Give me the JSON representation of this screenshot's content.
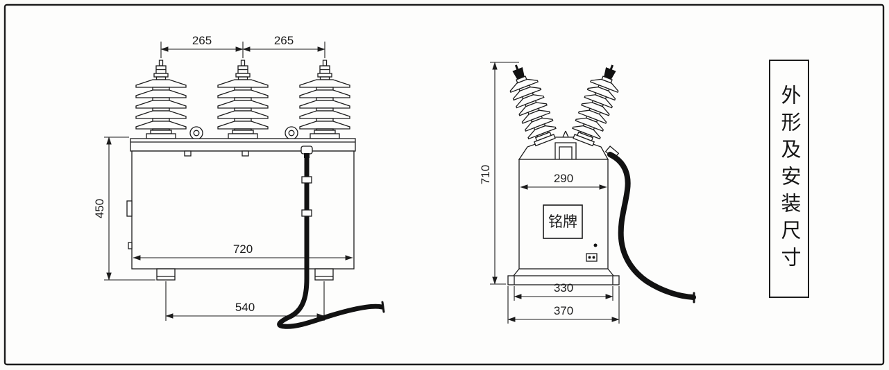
{
  "title_panel": {
    "label": "外形及安装尺寸"
  },
  "front_view": {
    "dims": {
      "pitch_left": "265",
      "pitch_right": "265",
      "height": "450",
      "body_width": "720",
      "foot_span": "540"
    }
  },
  "side_view": {
    "dims": {
      "overall_height": "710",
      "body_depth": "290",
      "base_inner": "330",
      "base_outer": "370"
    },
    "nameplate_label": "铭牌"
  },
  "colors": {
    "line": "#1c1c1c",
    "cable": "#121212",
    "background": "#fbfbf9",
    "paper": "#fdfdfc"
  }
}
